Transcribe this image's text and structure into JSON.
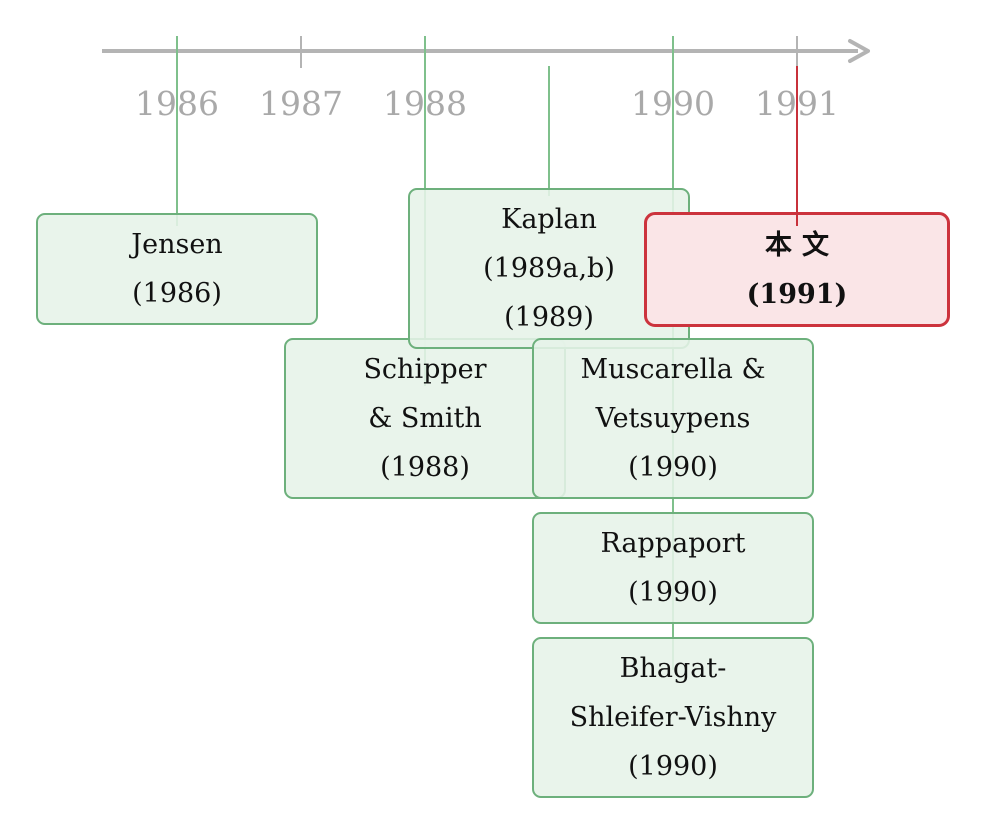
{
  "timeline": {
    "years": [
      {
        "key": "y1986",
        "label": "1986"
      },
      {
        "key": "y1987",
        "label": "1987"
      },
      {
        "key": "y1988",
        "label": "1988"
      },
      {
        "key": "y1990",
        "label": "1990"
      },
      {
        "key": "y1991",
        "label": "1991"
      }
    ]
  },
  "entries": {
    "jensen": {
      "name": "Jensen",
      "year": "(1986)"
    },
    "kaplan": {
      "name": "Kaplan",
      "cite": "(1989a,b)",
      "year": "(1989)"
    },
    "schipper": {
      "name_line1": "Schipper",
      "name_line2": "& Smith",
      "year": "(1988)"
    },
    "muscarella": {
      "name_line1": "Muscarella &",
      "name_line2": "Vetsuypens",
      "year": "(1990)"
    },
    "rappaport": {
      "name": "Rappaport",
      "year": "(1990)"
    },
    "bhagat": {
      "name_line1": "Bhagat-",
      "name_line2": "Shleifer-Vishny",
      "year": "(1990)"
    },
    "this_paper": {
      "name": "本文",
      "year": "(1991)"
    }
  },
  "colors": {
    "axis": "#b4b4b4",
    "year_label": "#a9a9a9",
    "box_border": "#6db07c",
    "box_fill": "#e6f2e8",
    "connector": "#7fc08c",
    "highlight_border": "#cc333d",
    "highlight_fill": "#fae5e7"
  }
}
